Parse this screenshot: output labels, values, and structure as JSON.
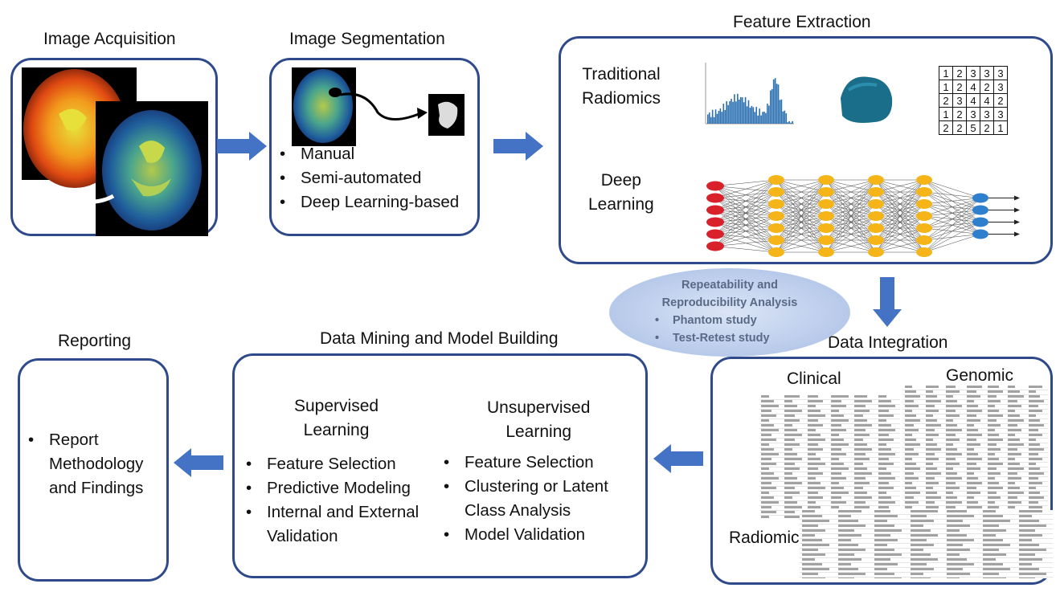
{
  "titles": {
    "acquisition": "Image Acquisition",
    "segmentation": "Image Segmentation",
    "extraction": "Feature Extraction",
    "integration": "Data Integration",
    "mining": "Data Mining and Model Building",
    "reporting": "Reporting"
  },
  "segmentation": {
    "items": [
      "Manual",
      "Semi-automated",
      "Deep Learning-based"
    ]
  },
  "extraction": {
    "traditional_line1": "Traditional",
    "traditional_line2": "Radiomics",
    "deep_line1": "Deep",
    "deep_line2": "Learning",
    "matrix": [
      [
        1,
        2,
        3,
        3,
        3
      ],
      [
        1,
        2,
        4,
        2,
        3
      ],
      [
        2,
        3,
        4,
        4,
        2
      ],
      [
        1,
        2,
        3,
        3,
        3
      ],
      [
        2,
        2,
        5,
        2,
        1
      ]
    ]
  },
  "repeatability": {
    "line1": "Repeatability and",
    "line2": "Reproducibility Analysis",
    "items": [
      "Phantom study",
      "Test-Retest study"
    ]
  },
  "integration": {
    "clinical": "Clinical",
    "genomic": "Genomic",
    "radiomic": "Radiomic"
  },
  "mining": {
    "supervised_line1": "Supervised",
    "supervised_line2": "Learning",
    "supervised_items": [
      "Feature Selection",
      "Predictive Modeling",
      "Internal and External Validation"
    ],
    "unsupervised_line1": "Unsupervised",
    "unsupervised_line2": "Learning",
    "unsupervised_items": [
      "Feature Selection",
      "Clustering or Latent Class Analysis",
      "Model Validation"
    ]
  },
  "reporting": {
    "items": [
      "Report Methodology and Findings"
    ]
  },
  "colors": {
    "box_border": "#2f4a8a",
    "arrow": "#4472c4",
    "nn_input": "#d9212b",
    "nn_hidden": "#f5b417",
    "nn_output": "#2f7fcf",
    "histogram": "#2a6fb0"
  }
}
